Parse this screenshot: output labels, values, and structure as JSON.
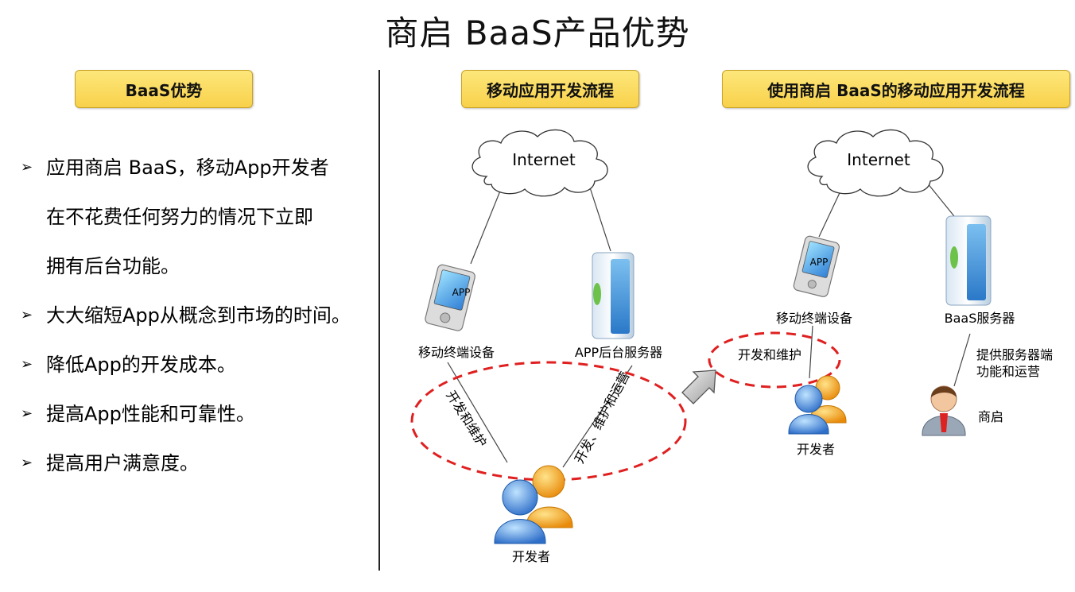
{
  "title": "商启 BaaS产品优势",
  "left": {
    "header": "BaaS优势",
    "bullets": [
      {
        "lines": [
          "应用商启 BaaS，移动App开发者",
          "在不花费任何努力的情况下立即",
          "拥有后台功能。"
        ]
      },
      {
        "lines": [
          "大大缩短App从概念到市场的时间。"
        ]
      },
      {
        "lines": [
          "降低App的开发成本。"
        ]
      },
      {
        "lines": [
          "提高App性能和可靠性。"
        ]
      },
      {
        "lines": [
          "提高用户满意度。"
        ]
      }
    ]
  },
  "middle": {
    "header": "移动应用开发流程",
    "cloud_label": "Internet",
    "device_screen": "APP",
    "device_label": "移动终端设备",
    "server_label": "APP后台服务器",
    "edge_left": "开发和维护",
    "edge_right": "开发、维护和运营",
    "developer_label": "开发者"
  },
  "right": {
    "header": "使用商启 BaaS的移动应用开发流程",
    "cloud_label": "Internet",
    "device_screen": "APP",
    "device_label": "移动终端设备",
    "server_label": "BaaS服务器",
    "ellipse_label": "开发和维护",
    "provider_text": [
      "提供服务器端",
      "功能和运营"
    ],
    "developer_label": "开发者",
    "merchant_label": "商启"
  },
  "colors": {
    "header_fill": "#f8d14a",
    "dashed_ellipse": "#e02020",
    "server_blue": "#3f8fd6",
    "person_blue": "#3a78d4",
    "person_orange": "#f2a20f"
  }
}
